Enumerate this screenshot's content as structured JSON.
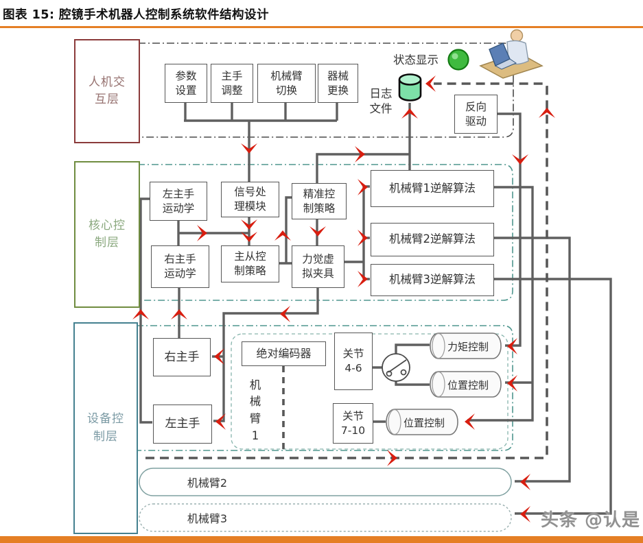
{
  "title": "图表 15: 腔镜手术机器人控制系统软件结构设计",
  "watermark": "头条 @认是",
  "layers": {
    "hmi": "人机交\n互层",
    "core": "核心控\n制层",
    "device": "设备控\n制层"
  },
  "hmi_nodes": {
    "param_settings": "参数\n设置",
    "master_adjust": "主手\n调整",
    "arm_switch": "机械臂\n切换",
    "instrument_change": "器械\n更换",
    "status_display": "状态显示",
    "log_file": "日志\n文件",
    "back_drive": "反向\n驱动"
  },
  "core_nodes": {
    "left_master_kinematics": "左主手\n运动学",
    "signal_processing": "信号处\n理模块",
    "precise_control": "精准控\n制策略",
    "right_master_kinematics": "右主手\n运动学",
    "master_slave_control": "主从控\n制策略",
    "force_virtual_fixture": "力觉虚\n拟夹具",
    "arm1_inverse": "机械臂1逆解算法",
    "arm2_inverse": "机械臂2逆解算法",
    "arm3_inverse": "机械臂3逆解算法"
  },
  "device_nodes": {
    "right_master": "右主手",
    "left_master": "左主手",
    "absolute_encoder": "绝对编码器",
    "arm1_vertical": "机\n械\n臂\n1",
    "joints_4_6": "关节\n4-6",
    "joints_7_10": "关节\n7-10",
    "torque_control": "力矩控制",
    "position_control_1": "位置控制",
    "position_control_2": "位置控制",
    "arm2_bar": "机械臂2",
    "arm3_bar": "机械臂3"
  },
  "colors": {
    "accent_orange": "#e57f25",
    "arrow_red": "#d81e10",
    "line_gray": "#5f5f5f",
    "layer_hmi_border": "#8b3a3a",
    "layer_core_border": "#6f8c3f",
    "layer_device_border": "#43808f",
    "container_teal_dash": "#4e968e",
    "status_green": "#3fba3f",
    "log_cylinder_green": "#7de0a8"
  }
}
